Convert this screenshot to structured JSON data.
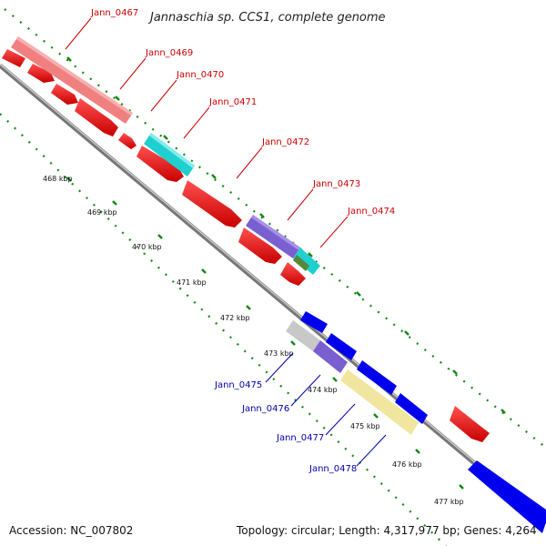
{
  "title": "Jannaschia sp. CCS1, complete genome",
  "footer": {
    "accession": "Accession: NC_007802",
    "topology": "Topology: circular; Length: 4,317,977 bp; Genes: 4,264"
  },
  "kbp_labels": [
    "468 kbp",
    "469 kbp",
    "470 kbp",
    "471 kbp",
    "472 kbp",
    "473 kbp",
    "474 kbp",
    "475 kbp",
    "476 kbp",
    "477 kbp"
  ],
  "gene_labels": {
    "Jann_0467": "Jann_0467",
    "Jann_0469": "Jann_0469",
    "Jann_0470": "Jann_0470",
    "Jann_0471": "Jann_0471",
    "Jann_0472": "Jann_0472",
    "Jann_0473": "Jann_0473",
    "Jann_0474": "Jann_0474",
    "Jann_0475": "Jann_0475",
    "Jann_0476": "Jann_0476",
    "Jann_0477": "Jann_0477",
    "Jann_0478": "Jann_0478"
  },
  "colors": {
    "forward_gene": "#ff0000",
    "reverse_gene": "#0000ee",
    "pink_gene": "#f08080",
    "cyan_gene": "#20d0d0",
    "purple_gene": "#7a5fd0",
    "gray_gene": "#c8c8c8",
    "yellow_gene": "#f0e6a0",
    "backbone": "#888888",
    "ruler": "#118811",
    "forward_label": "#cc0000",
    "reverse_label": "#0000aa"
  }
}
